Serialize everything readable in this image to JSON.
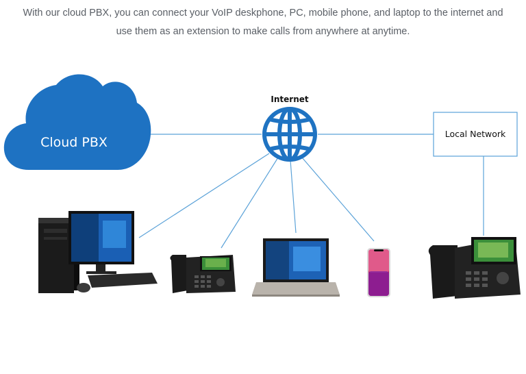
{
  "intro_text": "With our cloud PBX, you can connect your VoIP deskphone, PC, mobile phone, and laptop to the internet and use them as an extension to make calls from anywhere at anytime.",
  "nodes": {
    "cloud_label": "Cloud PBX",
    "internet_label": "Internet",
    "local_network_label": "Local Network"
  },
  "colors": {
    "cloud": "#1e72c2",
    "globe": "#1f73c2",
    "connector": "#5ba2d8",
    "text": "#5a5f66"
  },
  "icons": [
    "cloud-icon",
    "globe-icon",
    "desktop-pc-icon",
    "deskphone-icon",
    "laptop-icon",
    "smartphone-icon",
    "deskphone-large-icon"
  ]
}
